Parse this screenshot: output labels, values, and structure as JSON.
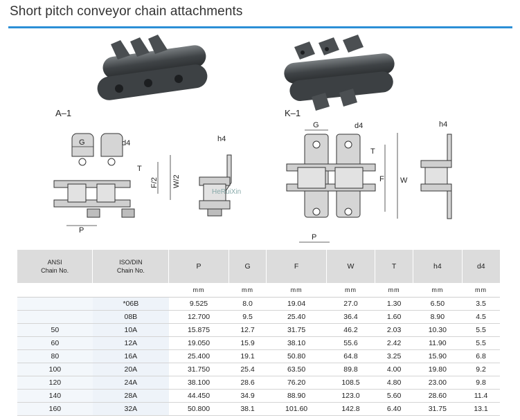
{
  "page": {
    "title": "Short pitch conveyor chain attachments"
  },
  "figures": {
    "a1_label": "A–1",
    "k1_label": "K–1",
    "watermark": "HeRuiXin",
    "dims": {
      "G": "G",
      "d4": "d4",
      "T": "T",
      "F2": "F/2",
      "W2": "W/2",
      "h4": "h4",
      "P": "P",
      "F": "F",
      "W": "W"
    }
  },
  "table": {
    "headers": [
      {
        "top": "ANSI",
        "bottom": "Chain No."
      },
      {
        "top": "ISO/DIN",
        "bottom": "Chain No."
      },
      {
        "top": "P"
      },
      {
        "top": "G"
      },
      {
        "top": "F"
      },
      {
        "top": "W"
      },
      {
        "top": "T"
      },
      {
        "top": "h4"
      },
      {
        "top": "d4"
      }
    ],
    "units": [
      "",
      "",
      "mm",
      "mm",
      "mm",
      "mm",
      "mm",
      "mm",
      "mm"
    ],
    "rows": [
      [
        "",
        "*06B",
        "9.525",
        "8.0",
        "19.04",
        "27.0",
        "1.30",
        "6.50",
        "3.5"
      ],
      [
        "",
        "08B",
        "12.700",
        "9.5",
        "25.40",
        "36.4",
        "1.60",
        "8.90",
        "4.5"
      ],
      [
        "50",
        "10A",
        "15.875",
        "12.7",
        "31.75",
        "46.2",
        "2.03",
        "10.30",
        "5.5"
      ],
      [
        "60",
        "12A",
        "19.050",
        "15.9",
        "38.10",
        "55.6",
        "2.42",
        "11.90",
        "5.5"
      ],
      [
        "80",
        "16A",
        "25.400",
        "19.1",
        "50.80",
        "64.8",
        "3.25",
        "15.90",
        "6.8"
      ],
      [
        "100",
        "20A",
        "31.750",
        "25.4",
        "63.50",
        "89.8",
        "4.00",
        "19.80",
        "9.2"
      ],
      [
        "120",
        "24A",
        "38.100",
        "28.6",
        "76.20",
        "108.5",
        "4.80",
        "23.00",
        "9.8"
      ],
      [
        "140",
        "28A",
        "44.450",
        "34.9",
        "88.90",
        "123.0",
        "5.60",
        "28.60",
        "11.4"
      ],
      [
        "160",
        "32A",
        "50.800",
        "38.1",
        "101.60",
        "142.8",
        "6.40",
        "31.75",
        "13.1"
      ]
    ]
  }
}
